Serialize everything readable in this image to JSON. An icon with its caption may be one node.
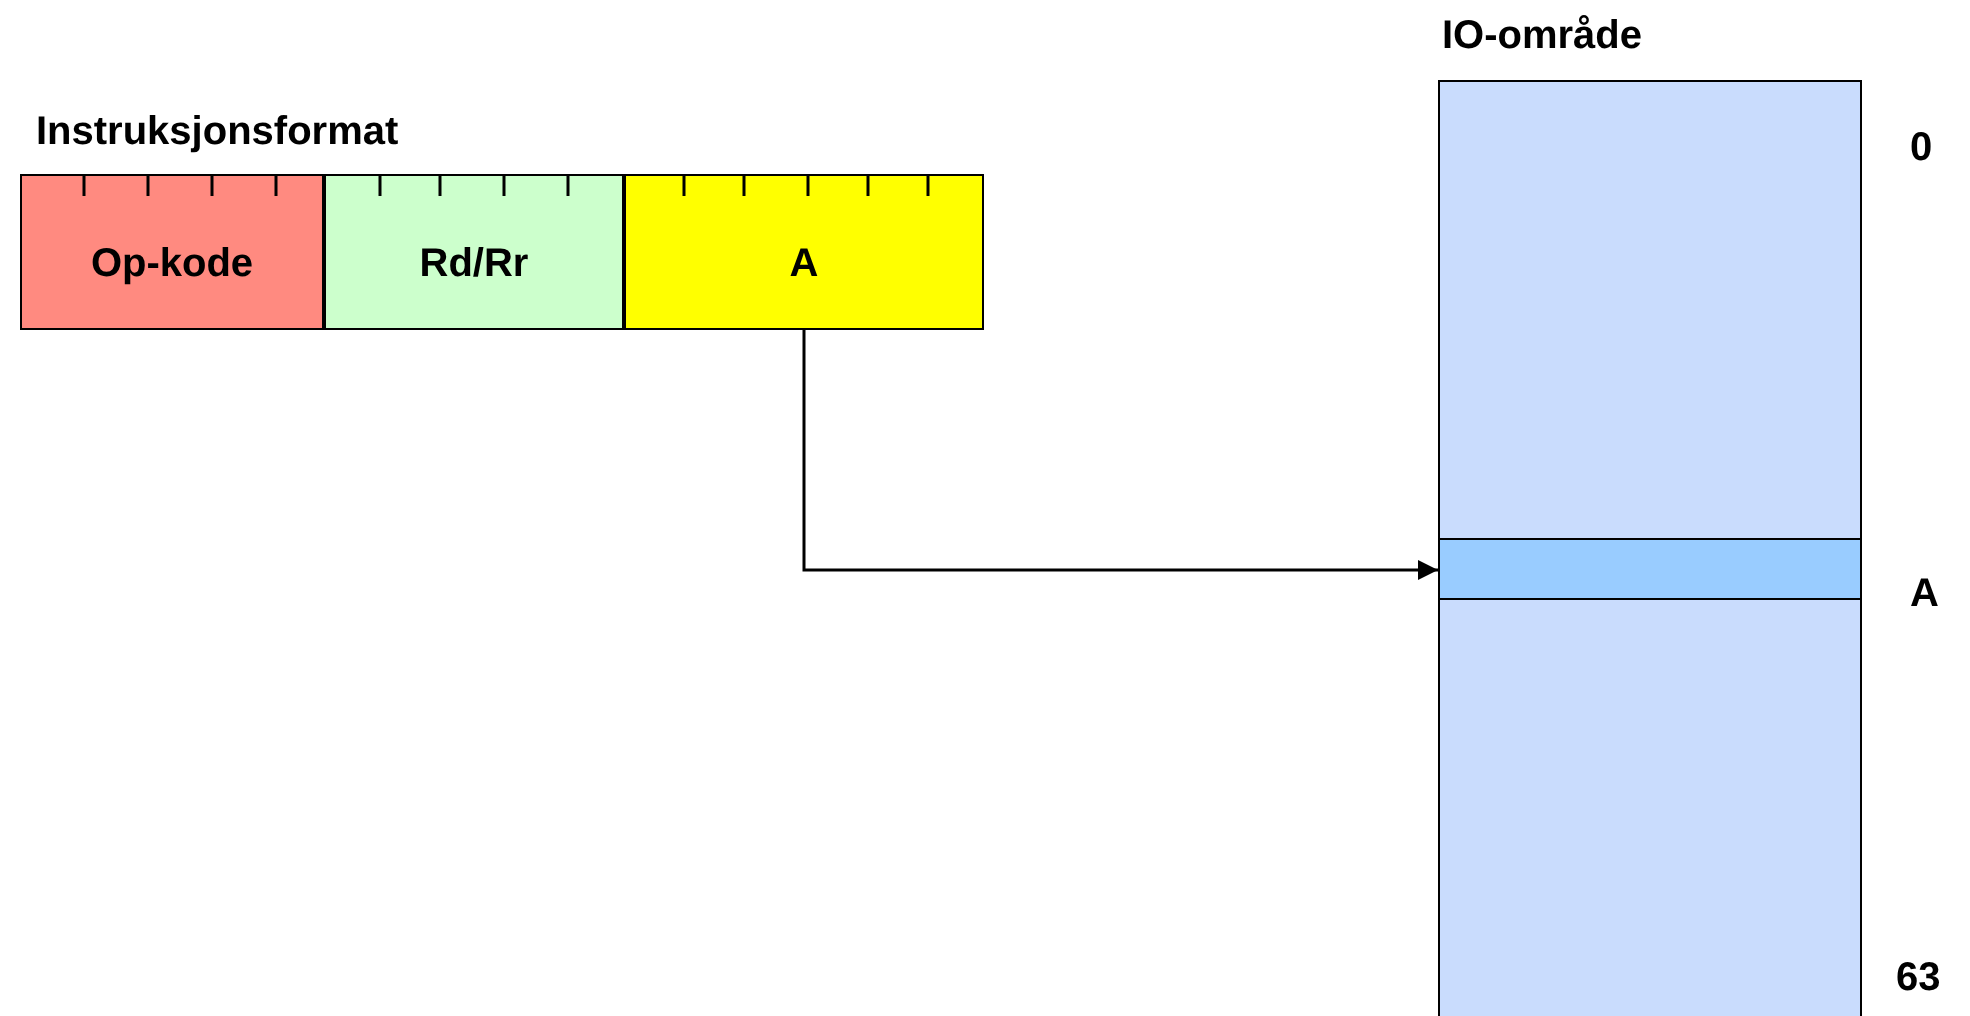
{
  "diagram": {
    "nodes": [
      {
        "text": [
          "Op-kode"
        ]
      },
      {
        "text": [
          "Rd/Rr"
        ]
      },
      {
        "text": [
          "A"
        ]
      },
      {
        "text": [
          "IO-område"
        ]
      },
      {
        "text": [],
        "shape": "bar",
        "in": 3
      }
    ],
    "edges": [
      {
        "from": 2,
        "to": 4,
        "arrow": "to"
      }
    ],
    "labels": [
      "Instruksjonsformat",
      "0",
      "A",
      "63"
    ]
  }
}
